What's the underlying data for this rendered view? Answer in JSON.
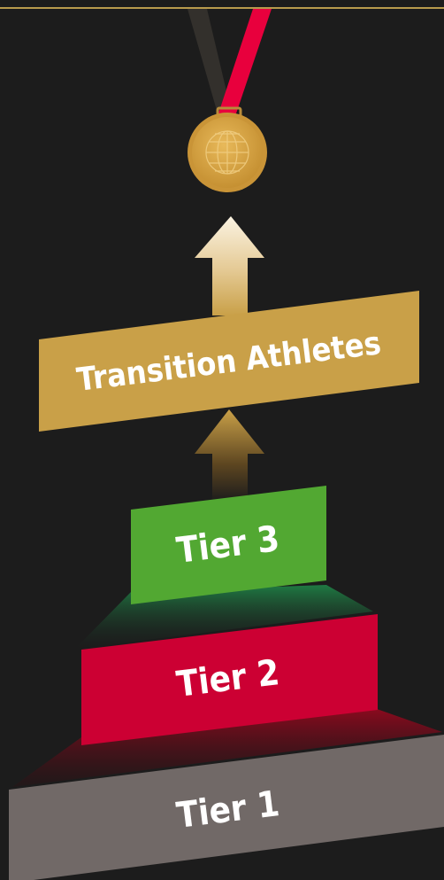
{
  "diagram": {
    "tiers": [
      {
        "id": "tier1",
        "label": "Tier 1",
        "color": "#716967"
      },
      {
        "id": "tier2",
        "label": "Tier 2",
        "color": "#cc0033"
      },
      {
        "id": "tier3",
        "label": "Tier 3",
        "color": "#52a832"
      },
      {
        "id": "transition",
        "label": "Transition Athletes",
        "color": "#c9a048"
      }
    ],
    "medal": {
      "icon": "globe-medal-icon",
      "color": "#d9a443",
      "ribbon_color": "#e8003d"
    },
    "colors": {
      "background": "#1c1c1c",
      "top_border": "#b89a4c",
      "arrow_light": "#f7ecd6",
      "arrow_gold": "#c9a048"
    }
  }
}
